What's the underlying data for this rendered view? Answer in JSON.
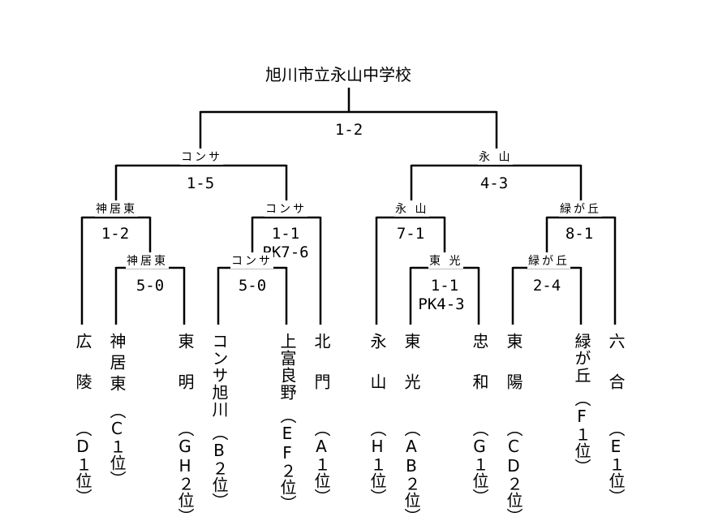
{
  "champion": "旭川市立永山中学校",
  "teams": [
    {
      "name": "広陵",
      "seed": "（D１位）"
    },
    {
      "name": "神居東",
      "seed": "（C１位）"
    },
    {
      "name": "東明",
      "seed": "（GH２位）"
    },
    {
      "name": "コンサ旭川",
      "seed": "（B２位）"
    },
    {
      "name": "上富良野",
      "seed": "（EF２位）"
    },
    {
      "name": "北門",
      "seed": "（A１位）"
    },
    {
      "name": "永山",
      "seed": "（H１位）"
    },
    {
      "name": "東光",
      "seed": "（AB２位）"
    },
    {
      "name": "忠和",
      "seed": "（G１位）"
    },
    {
      "name": "東陽",
      "seed": "（CD２位）"
    },
    {
      "name": "緑が丘",
      "seed": "（F１位）"
    },
    {
      "name": "六合",
      "seed": "（E１位）"
    }
  ],
  "matches": {
    "r1_left_a": {
      "score": "5-0",
      "winner": "神居東"
    },
    "r1_left_b": {
      "score": "5-0",
      "winner": "コンサ"
    },
    "r1_right_a": {
      "score": "1-1",
      "pk": "PK4-3",
      "winner": "東 光"
    },
    "r1_right_b": {
      "score": "2-4",
      "winner": "緑が丘"
    },
    "qf_1": {
      "score": "1-2",
      "winner": "神居東"
    },
    "qf_2": {
      "score": "1-1",
      "pk": "PK7-6",
      "winner": "コンサ"
    },
    "qf_3": {
      "score": "7-1",
      "winner": "永 山"
    },
    "qf_4": {
      "score": "8-1",
      "winner": "緑が丘"
    },
    "sf_left": {
      "score": "1-5",
      "winner": "コンサ"
    },
    "sf_right": {
      "score": "4-3",
      "winner": "永 山"
    },
    "final": {
      "score": "1-2"
    }
  }
}
